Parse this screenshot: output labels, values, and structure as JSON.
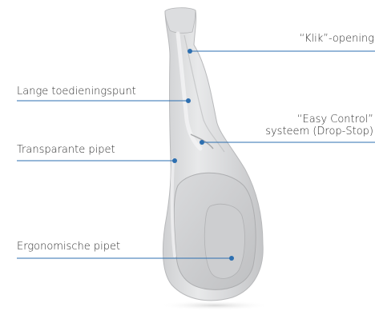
{
  "diagram": {
    "accent_color": "#2d6fb0",
    "labels": {
      "klik": "“Klik”-opening",
      "lange": "Lange toedieningspunt",
      "easy_line1": "“Easy Control”",
      "easy_line2": "systeem (Drop-Stop)",
      "transparant": "Transparante pipet",
      "ergonomisch": "Ergonomische pipet"
    }
  }
}
